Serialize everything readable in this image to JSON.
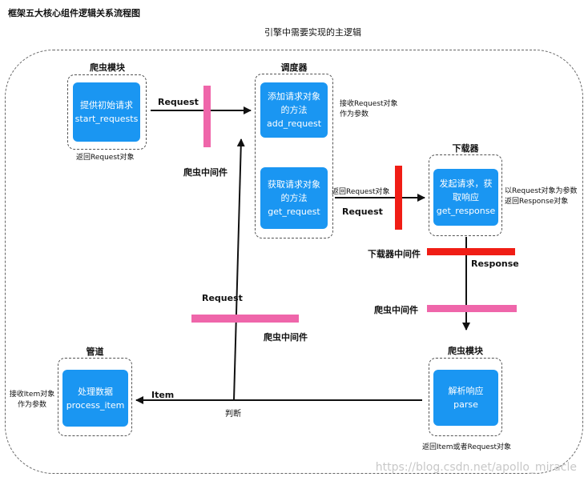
{
  "title": "框架五大核心组件逻辑关系流程图",
  "subtitle": "引擎中需要实现的主逻辑",
  "spider_top": {
    "module_label": "爬虫模块",
    "box_line1": "提供初始请求",
    "box_line2": "start_requests",
    "note": "返回Request对象"
  },
  "scheduler": {
    "module_label": "调度器",
    "add_line1": "添加请求对象",
    "add_line2": "的方法",
    "add_line3": "add_request",
    "get_line1": "获取请求对象",
    "get_line2": "的方法",
    "get_line3": "get_request",
    "note_line1": "接收Request对象",
    "note_line2": "作为参数",
    "return_note": "返回Request对象"
  },
  "downloader": {
    "module_label": "下载器",
    "box_line1": "发起请求，获",
    "box_line2": "取响应",
    "box_line3": "get_response",
    "note_line1": "以Request对象为参数",
    "note_line2": "返回Response对象"
  },
  "spider_bottom": {
    "module_label": "爬虫模块",
    "box_line1": "解析响应",
    "box_line2": "parse",
    "note": "返回Item或者Request对象"
  },
  "pipeline": {
    "module_label": "管道",
    "box_line1": "处理数据",
    "box_line2": "process_item",
    "note_line1": "接收Item对象",
    "note_line2": "作为参数"
  },
  "labels": {
    "request_top": "Request",
    "spider_mw_top": "爬虫中间件",
    "request_to_downloader": "Request",
    "downloader_mw": "下载器中间件",
    "response": "Response",
    "spider_mw_right": "爬虫中间件",
    "request_up": "Request",
    "spider_mw_bottom": "爬虫中间件",
    "item": "Item",
    "judge": "判断"
  },
  "watermark": "https://blog.csdn.net/apollo_miracle",
  "colors": {
    "box_blue": "#1a96f2",
    "middleware_pink": "#ef66aa",
    "middleware_red": "#f01d15"
  }
}
